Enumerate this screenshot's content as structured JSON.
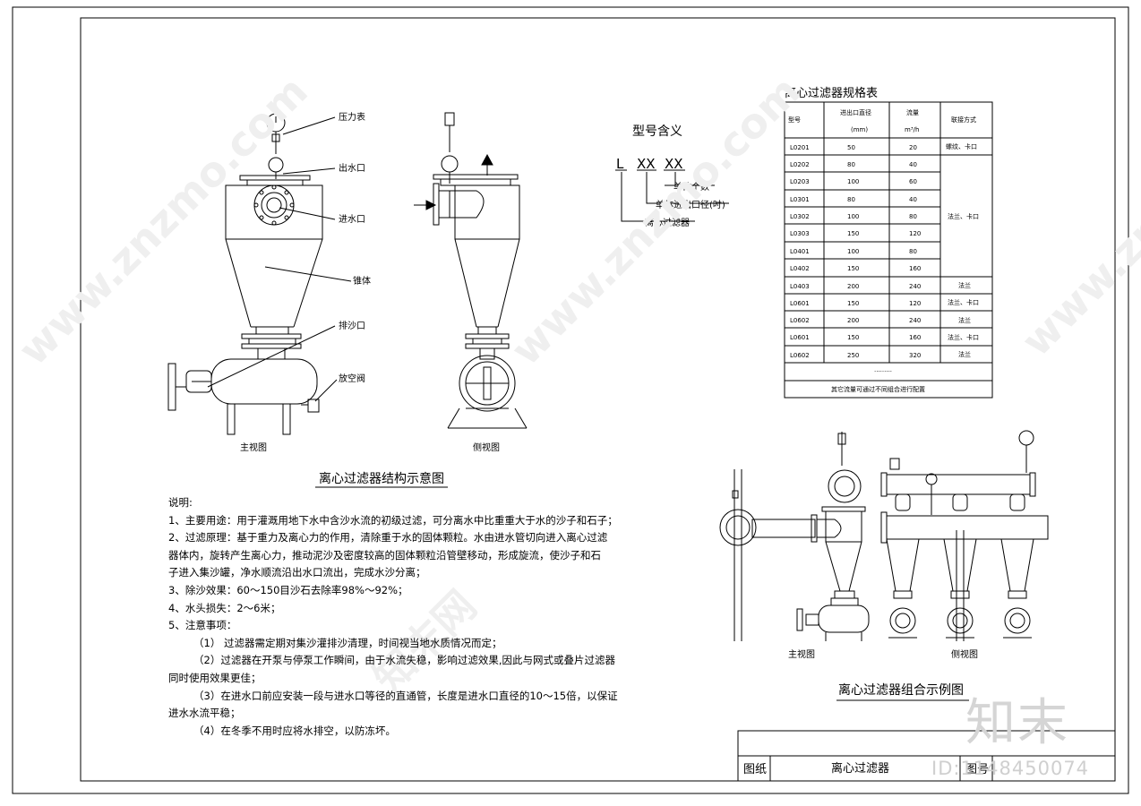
{
  "structure_title": "离心过滤器结构示意图",
  "combo_title": "离心过滤器组合示例图",
  "labels": {
    "pressure_gauge": "压力表",
    "outlet": "出水口",
    "inlet": "进水口",
    "cone": "锥体",
    "sand_outlet": "排沙口",
    "vent_valve": "放空阀",
    "front_view": "主视图",
    "side_view": "侧视图",
    "front_view_2": "主视图",
    "side_view_2": "侧视图"
  },
  "model_meaning": {
    "title": "型号含义",
    "code_l": "L",
    "code_xx1": "XX",
    "code_xx2": "XX",
    "desc_count": "单体个数",
    "desc_diameter": "单体进出口径(吋)",
    "desc_filter": "离心过滤器"
  },
  "spec_table": {
    "title": "离心过滤器规格表",
    "headers": [
      "型号",
      "进出口直径",
      "(mm)",
      "流量",
      "m³/h",
      "联接方式"
    ],
    "rows": [
      [
        "L0201",
        "50",
        "20"
      ],
      [
        "L0202",
        "80",
        "40"
      ],
      [
        "L0203",
        "100",
        "60"
      ],
      [
        "L0301",
        "80",
        "40"
      ],
      [
        "L0302",
        "100",
        "80"
      ],
      [
        "L0303",
        "150",
        "120"
      ],
      [
        "L0401",
        "100",
        "80"
      ],
      [
        "L0402",
        "150",
        "160"
      ],
      [
        "L0403",
        "200",
        "240"
      ],
      [
        "L0601",
        "150",
        "120"
      ],
      [
        "L0602",
        "200",
        "240"
      ],
      [
        "L0601",
        "150",
        "160"
      ],
      [
        "L0602",
        "250",
        "320"
      ]
    ],
    "connections": [
      "螺纹、卡口",
      "法兰、卡口",
      "法兰",
      "法兰、卡口",
      "法兰",
      "法兰、卡口",
      "法兰"
    ],
    "ellipsis": "·········",
    "footer": "其它流量可通过不同组合进行配置"
  },
  "notes": [
    "说明:",
    "1、主要用途：用于灌溉用地下水中含沙水流的初级过滤，可分离水中比重重大于水的沙子和石子；",
    "2、过滤原理：基于重力及离心力的作用，清除重于水的固体颗粒。水由进水管切向进入离心过滤",
    "器体内，旋转产生离心力，推动泥沙及密度较高的固体颗粒沿管壁移动，形成旋流，使沙子和石",
    "子进入集沙罐，净水顺流沿出水口流出，完成水沙分离；",
    "3、除沙效果：60～150目沙石去除率98%～92%；",
    "4、水头损失：2～6米；",
    "5、注意事项：",
    "（1） 过滤器需定期对集沙灌排沙清理，时间视当地水质情况而定；",
    "（2）过滤器在开泵与停泵工作瞬间，由于水流失稳，影响过滤效果,因此与网式或叠片过滤器",
    "同时使用效果更佳；",
    "（3）在进水口前应安装一段与进水口等径的直通管，长度是进水口直径的10～15倍，以保证",
    "进水水流平稳；",
    "（4）在冬季不用时应将水排空，以防冻坏。"
  ],
  "title_block": {
    "drawing_label": "图纸",
    "drawing_name": "离心过滤器",
    "number_label": "图号"
  },
  "watermarks": {
    "site": "www.znzmo.com",
    "brand": "知末网",
    "logo": "知末",
    "id": "ID:1148450074"
  }
}
